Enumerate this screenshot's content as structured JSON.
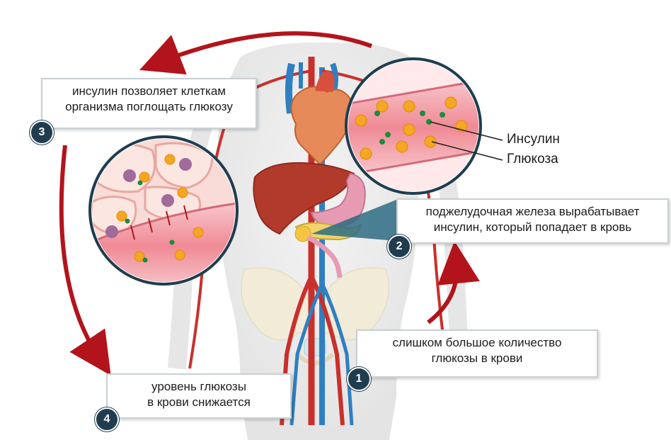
{
  "callouts": {
    "step3": {
      "number": "3",
      "line1": "инсулин позволяет клеткам",
      "line2": "организма поглощать глюкозу"
    },
    "step2": {
      "number": "2",
      "line1": "поджелудочная железа вырабатывает",
      "line2": "инсулин, который попадает в кровь"
    },
    "step1": {
      "number": "1",
      "line1": "слишком большое количество",
      "line2": "глюкозы в крови"
    },
    "step4": {
      "number": "4",
      "line1": "уровень глюкозы",
      "line2": "в крови снижается"
    }
  },
  "legend": {
    "insulin": "Инсулин",
    "glucose": "Глюкоза"
  },
  "colors": {
    "insulin_dot": "#1e8a3e",
    "glucose_dot": "#f5a623",
    "cycle_arrow": "#b3141c",
    "artery": "#c8302c",
    "vein": "#2f7fc1",
    "badge": "#1f3d4f"
  }
}
